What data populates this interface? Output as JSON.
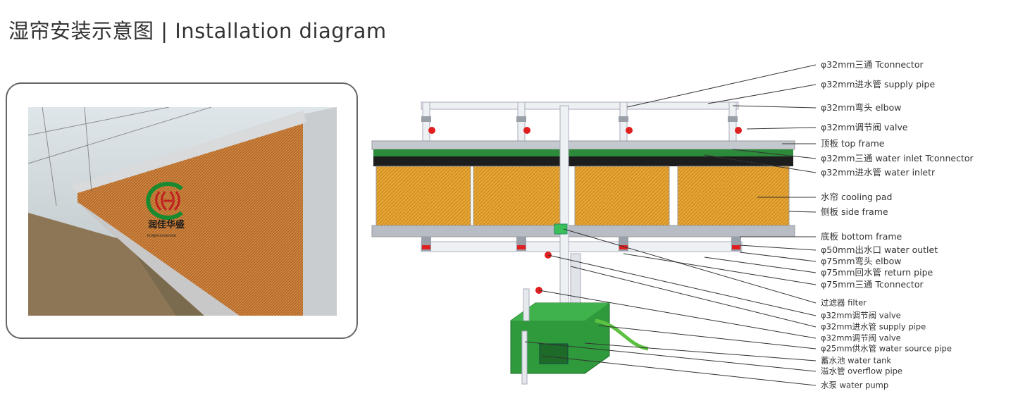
{
  "title": "湿帘安装示意图 | Installation diagram",
  "photo": {
    "brand_cn": "润佳华盛",
    "brand_en": "RUNJIAHUASHENG"
  },
  "colors": {
    "pad": "#e0a030",
    "frame": "#b8bcc4",
    "valve": "#e02020",
    "tank": "#2f9a3c",
    "pipe": "#e8ecf0"
  },
  "labels": [
    "φ32mm三通 Tconnector",
    "φ32mm进水管 supply pipe",
    "φ32mm弯头 elbow",
    "φ32mm调节阀 valve",
    "顶板 top frame",
    "φ32mm三通 water inlet Tconnector",
    "φ32mm进水管 water inletr",
    "水帘 cooling pad",
    "侧板 side frame",
    "底板 bottom frame",
    "φ50mm出水口 water outlet",
    "φ75mm弯头 elbow",
    "φ75mm回水管 return pipe",
    "φ75mm三通 Tconnector",
    "过滤器 filter",
    "φ32mm调节阀 valve",
    "φ32mm进水管 supply pipe",
    "φ32mm调节阀 valve",
    "φ25mm供水管 water source pipe",
    "蓄水池 water tank",
    "溢水管 overflow pipe",
    "水泵 water pump"
  ]
}
